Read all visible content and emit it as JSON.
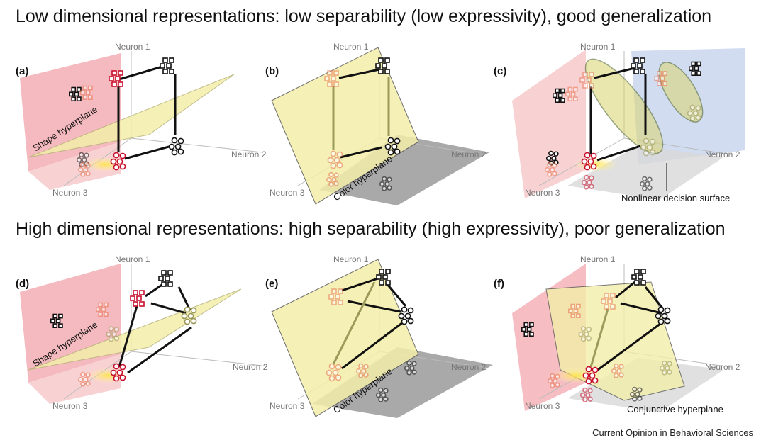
{
  "titles": {
    "top": "Low dimensional representations: low separability (low expressivity), good generalization",
    "bottom": "High dimensional representations: high separability (high expressivity), poor generalization"
  },
  "axes": {
    "neuron1": "Neuron 1",
    "neuron2": "Neuron 2",
    "neuron3": "Neuron 3"
  },
  "panels": {
    "a": {
      "label": "(a)",
      "plane_label": "Shape hyperplane"
    },
    "b": {
      "label": "(b)",
      "plane_label": "Color hyperplane"
    },
    "c": {
      "label": "(c)",
      "caption": "Nonlinear decision surface"
    },
    "d": {
      "label": "(d)",
      "plane_label": "Shape hyperplane"
    },
    "e": {
      "label": "(e)",
      "plane_label": "Color hyperplane"
    },
    "f": {
      "label": "(f)",
      "caption": "Conjunctive hyperplane"
    }
  },
  "credit": "Current Opinion in Behavioral Sciences",
  "colors": {
    "pink": "#f4b3b8",
    "yellow": "#f3eeaa",
    "blue": "#c9d6ee",
    "gray": "#8c8c8c",
    "olive": "#c8c87a",
    "red": "#c8102e",
    "orange": "#e8724e",
    "black": "#111111"
  }
}
